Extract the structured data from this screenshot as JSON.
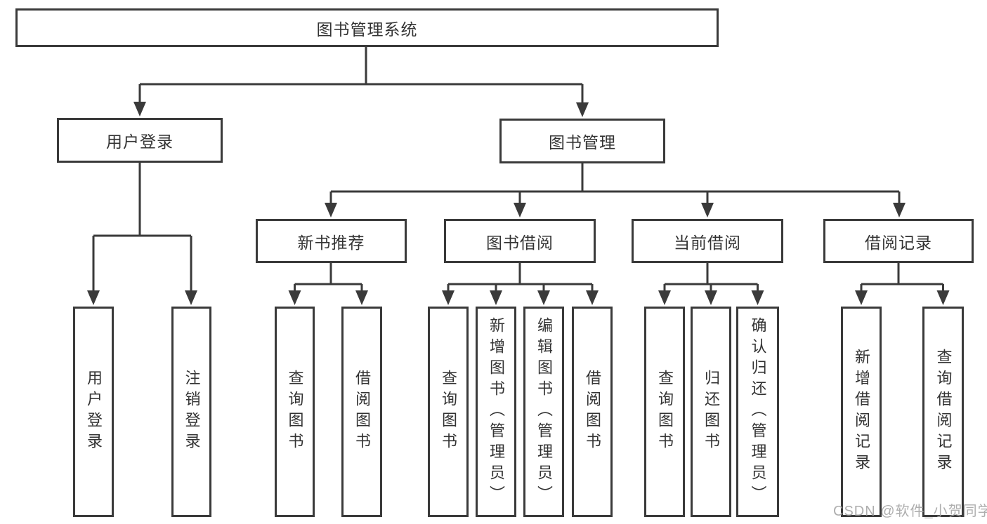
{
  "colors": {
    "line": "#3a3a3a",
    "text": "#333333",
    "box_background": "#ffffff",
    "page_background": "#ffffff",
    "watermark": "#a6a6a6"
  },
  "watermark": {
    "text": "CSDN @软件_小贺同学"
  },
  "tree": {
    "label": "图书管理系统",
    "children": [
      {
        "label": "用户登录",
        "children": [
          {
            "label": "用户登录"
          },
          {
            "label": "注销登录"
          }
        ]
      },
      {
        "label": "图书管理",
        "children": [
          {
            "label": "新书推荐",
            "children": [
              {
                "label": "查询图书"
              },
              {
                "label": "借阅图书"
              }
            ]
          },
          {
            "label": "图书借阅",
            "children": [
              {
                "label": "查询图书"
              },
              {
                "label": "新增图书（管理员）"
              },
              {
                "label": "编辑图书（管理员）"
              },
              {
                "label": "借阅图书"
              }
            ]
          },
          {
            "label": "当前借阅",
            "children": [
              {
                "label": "查询图书"
              },
              {
                "label": "归还图书"
              },
              {
                "label": "确认归还（管理员）"
              }
            ]
          },
          {
            "label": "借阅记录",
            "children": [
              {
                "label": "新增借阅记录"
              },
              {
                "label": "查询借阅记录"
              }
            ]
          }
        ]
      }
    ]
  }
}
